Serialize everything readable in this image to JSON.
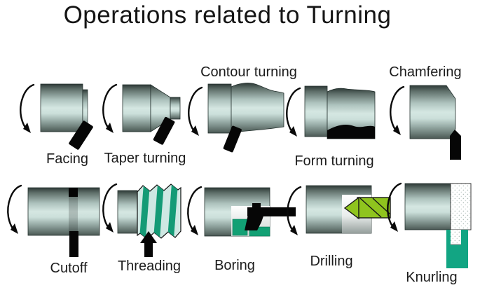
{
  "title": "Operations related to Turning",
  "operations": [
    {
      "id": "facing",
      "label": "Facing",
      "label_position": "below"
    },
    {
      "id": "taper-turning",
      "label": "Taper turning",
      "label_position": "below"
    },
    {
      "id": "contour-turning",
      "label": "Contour turning",
      "label_position": "above"
    },
    {
      "id": "form-turning",
      "label": "Form turning",
      "label_position": "below"
    },
    {
      "id": "chamfering",
      "label": "Chamfering",
      "label_position": "above"
    },
    {
      "id": "cutoff",
      "label": "Cutoff",
      "label_position": "below"
    },
    {
      "id": "threading",
      "label": "Threading",
      "label_position": "below"
    },
    {
      "id": "boring",
      "label": "Boring",
      "label_position": "below"
    },
    {
      "id": "drilling",
      "label": "Drilling",
      "label_position": "below"
    },
    {
      "id": "knurling",
      "label": "Knurling",
      "label_position": "below"
    }
  ],
  "icons": {
    "rotation_arrow": "curved-rotation-arrow",
    "feed_arrow": "solid-up-arrow"
  },
  "colors": {
    "background": "#ffffff",
    "text": "#1c1c1c",
    "metal_dark": "#313e3b",
    "metal_light": "#d5e7e2",
    "metal_mid": "#8fa39e",
    "tool_black": "#060606",
    "thread_green": "#149b76",
    "thread_pale": "#cfe8e3",
    "knurl_tool_green": "#12a583",
    "drill_green": "#8fc41e",
    "recess_gray": "#959f9c"
  }
}
